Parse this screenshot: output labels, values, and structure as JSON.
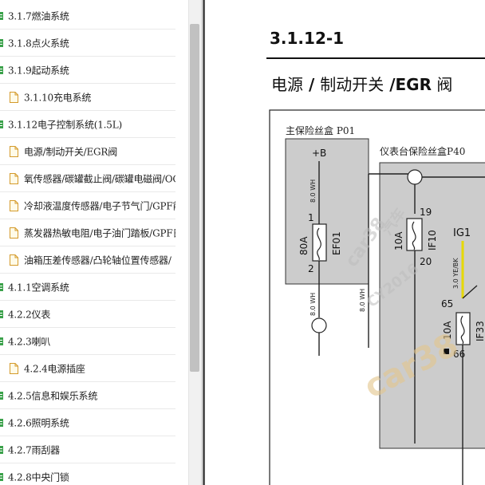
{
  "sidebar": {
    "items": [
      {
        "label": "3.1.7燃油系统",
        "level": 1,
        "icon": "tree-node-icon"
      },
      {
        "label": "3.1.8点火系统",
        "level": 1,
        "icon": "tree-node-icon"
      },
      {
        "label": "3.1.9起动系统",
        "level": 1,
        "icon": "tree-node-icon"
      },
      {
        "label": "3.1.10充电系统",
        "level": 2,
        "icon": "document-icon"
      },
      {
        "label": "3.1.12电子控制系统(1.5L)",
        "level": 1,
        "icon": "tree-node-icon"
      },
      {
        "label": "电源/制动开关/EGR阀",
        "level": 2,
        "icon": "document-icon"
      },
      {
        "label": "氧传感器/碳罐截止阀/碳罐电磁阀/OC",
        "level": 2,
        "icon": "document-icon"
      },
      {
        "label": "冷却液温度传感器/电子节气门/GPF前",
        "level": 2,
        "icon": "document-icon"
      },
      {
        "label": "蒸发器热敏电阻/电子油门踏板/GPF日",
        "level": 2,
        "icon": "document-icon"
      },
      {
        "label": "油箱压差传感器/凸轮轴位置传感器/",
        "level": 2,
        "icon": "document-icon"
      },
      {
        "label": "4.1.1空调系统",
        "level": 1,
        "icon": "tree-node-icon"
      },
      {
        "label": "4.2.2仪表",
        "level": 1,
        "icon": "tree-node-icon"
      },
      {
        "label": "4.2.3喇叭",
        "level": 1,
        "icon": "tree-node-icon"
      },
      {
        "label": "4.2.4电源插座",
        "level": 2,
        "icon": "document-icon"
      },
      {
        "label": "4.2.5信息和娱乐系统",
        "level": 1,
        "icon": "tree-node-icon"
      },
      {
        "label": "4.2.6照明系统",
        "level": 1,
        "icon": "tree-node-icon"
      },
      {
        "label": "4.2.7雨刮器",
        "level": 1,
        "icon": "tree-node-icon"
      },
      {
        "label": "4.2.8中央门锁",
        "level": 1,
        "icon": "tree-node-icon"
      }
    ]
  },
  "document": {
    "section_number": "3.1.12-1",
    "title_prefix": "电源",
    "title_sep1": " / ",
    "title_mid": "制动开关",
    "title_sep2": " /",
    "title_suffix_bold": "EGR",
    "title_tail": " 阀",
    "diagram": {
      "main_fuse_box": "主保险丝盒 P01",
      "dash_fuse_box": "仪表台保险丝盒P40",
      "plus_b": "+B",
      "wire_top_left": "8.0 WH",
      "wire_bottom_left": "8.0 WH",
      "wire_mid": "8.0 WH",
      "wire_yellow": "3.0 YE/BK",
      "pin_1": "1",
      "pin_2": "2",
      "fuse_ef01_rating": "80A",
      "fuse_ef01": "EF01",
      "pin_19": "19",
      "pin_20": "20",
      "fuse_if10_rating": "10A",
      "fuse_if10": "IF10",
      "ig1": "IG1",
      "pin_65": "65",
      "pin_66": "66",
      "fuse_if33_rating": "10A",
      "fuse_if33": "IF33"
    },
    "watermarks": [
      "car38",
      "汽车",
      "car38",
      "CY2016"
    ],
    "colors": {
      "fuse_box_fill": "#cccccc",
      "yellow_wire": "#e6d800",
      "line": "#222222"
    }
  }
}
